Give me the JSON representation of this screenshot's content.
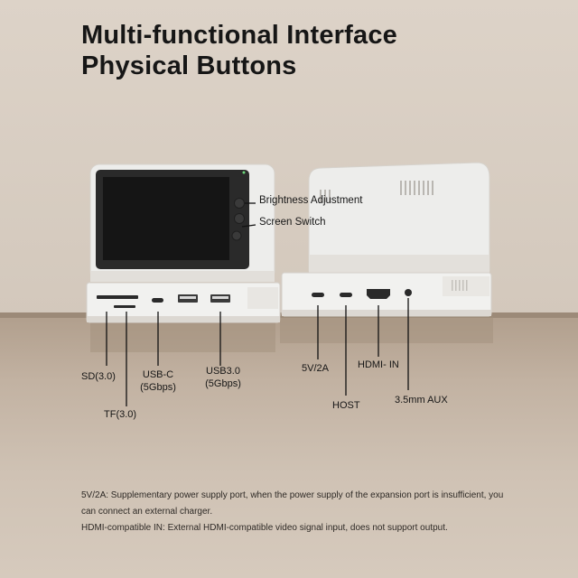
{
  "title": {
    "line1": "Multi-functional Interface",
    "line2": "Physical Buttons"
  },
  "buttons": {
    "brightness": "Brightness Adjustment",
    "screen_switch": "Screen Switch"
  },
  "front_ports": {
    "sd": "SD(3.0)",
    "tf": "TF(3.0)",
    "usb_c_line1": "USB-C",
    "usb_c_line2": "(5Gbps)",
    "usb3_line1": "USB3.0",
    "usb3_line2": "(5Gbps)"
  },
  "back_ports": {
    "power": "5V/2A",
    "host": "HOST",
    "hdmi_in": "HDMI- IN",
    "aux": "3.5mm AUX"
  },
  "notes": {
    "power": "5V/2A: Supplementary power supply port, when the power supply of the expansion port is insufficient, you can connect an external charger.",
    "hdmi": "HDMI-compatible IN: External HDMI-compatible video signal input, does not support output."
  },
  "colors": {
    "wall": "#d9cfc4",
    "shelf": "#b8a796",
    "device": "#eeeeee",
    "screen": "#1a1a1a",
    "text": "#161616"
  }
}
